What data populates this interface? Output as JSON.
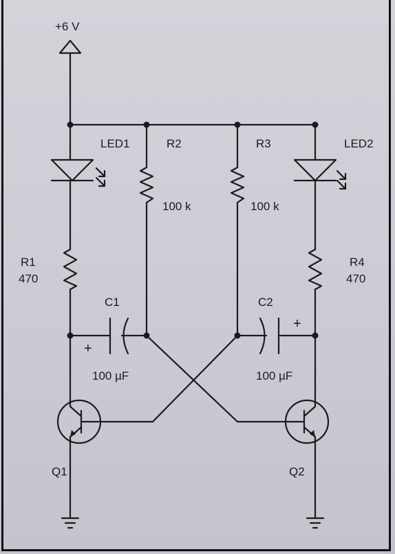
{
  "supply": {
    "label": "+6 V"
  },
  "led1": {
    "name": "LED1"
  },
  "led2": {
    "name": "LED2"
  },
  "r1": {
    "name": "R1",
    "value": "470"
  },
  "r2": {
    "name": "R2",
    "value": "100 k"
  },
  "r3": {
    "name": "R3",
    "value": "100 k"
  },
  "r4": {
    "name": "R4",
    "value": "470"
  },
  "c1": {
    "name": "C1",
    "value": "100 µF",
    "polarity": "+"
  },
  "c2": {
    "name": "C2",
    "value": "100 µF",
    "polarity": "+"
  },
  "q1": {
    "name": "Q1"
  },
  "q2": {
    "name": "Q2"
  }
}
